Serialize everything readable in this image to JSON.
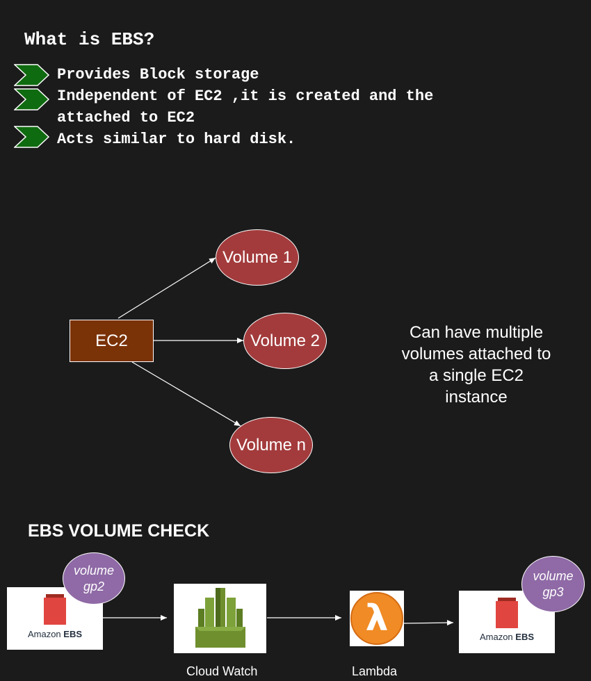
{
  "heading": "What is EBS?",
  "bullets": [
    {
      "line1": "Provides Block storage",
      "line2": ""
    },
    {
      "line1": "Independent of EC2 ,it is created and the",
      "line2": "attached to EC2"
    },
    {
      "line1": "Acts similar to hard disk.",
      "line2": ""
    }
  ],
  "diagram": {
    "source": "EC2",
    "targets": [
      "Volume 1",
      "Volume 2",
      "Volume n"
    ],
    "note_lines": [
      "Can have multiple",
      "volumes attached to",
      "a single EC2",
      "instance"
    ]
  },
  "check": {
    "title": "EBS VOLUME CHECK",
    "ebs_left": {
      "prefix": "Amazon",
      "product": "EBS",
      "badge_line1": "volume",
      "badge_line2": "gp2"
    },
    "cloudwatch_caption": "Cloud Watch",
    "lambda_caption": "Lambda",
    "lambda_symbol": "λ",
    "ebs_right": {
      "prefix": "Amazon",
      "product": "EBS",
      "badge_line1": "volume",
      "badge_line2": "gp3"
    }
  },
  "colors": {
    "background": "#1b1b1b",
    "chevron": "#0f6b0f",
    "volume_fill": "#a33b3c",
    "ec2_fill": "#7a3207",
    "badge_fill": "#8f6aa6",
    "ebs_red": "#e0463f",
    "cloudwatch_green": "#6f8f2e",
    "lambda_orange": "#f08b25"
  }
}
